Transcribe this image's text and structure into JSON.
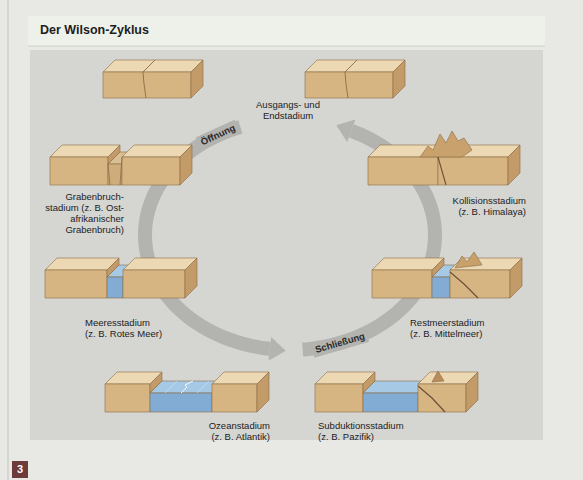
{
  "diagram": {
    "title": "Der Wilson-Zyklus",
    "labels": [
      "Öffnung",
      "Ausgangs- und Endstadium",
      "Grabenbruch- stadium (z. B. Ost- afrikanischer Grabenbruch)",
      "Meeresstadium (z. B. Rotes Meer)",
      "Ozeanstadium (z. B. Atlantik)",
      "Subduktionsstadium (z. B. Pazifik)",
      "Schließung",
      "Restmeerstadium (z. B. Mittelmeer)",
      "Kollisionsstadium (z. B. Himalaya)",
      "3"
    ]
  }
}
